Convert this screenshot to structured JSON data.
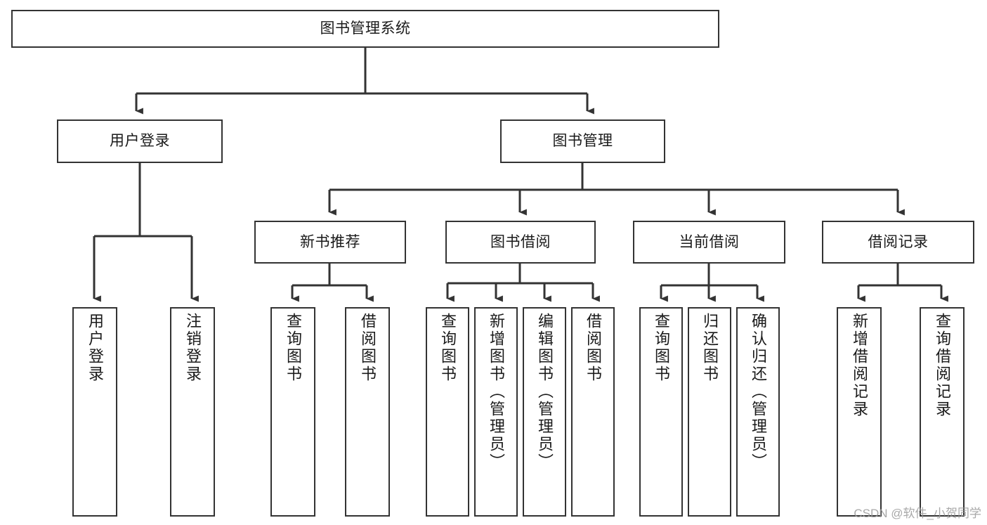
{
  "diagram": {
    "type": "tree-hierarchy",
    "title": "图书管理系统",
    "watermark": "CSDN @软件_小贺同学",
    "colors": {
      "background": "#ffffff",
      "box_border": "#333333",
      "box_fill": "#ffffff",
      "text": "#1a1a1a",
      "edge": "#333333",
      "watermark": "#9a9a9a"
    },
    "levels": 4,
    "nodes": {
      "root": {
        "label": "图书管理系统",
        "level": 1,
        "orientation": "horizontal"
      },
      "l2_user_login": {
        "label": "用户登录",
        "level": 2,
        "orientation": "horizontal"
      },
      "l2_book_admin": {
        "label": "图书管理",
        "level": 2,
        "orientation": "horizontal"
      },
      "l3_new_book_rec": {
        "label": "新书推荐",
        "level": 3,
        "orientation": "horizontal"
      },
      "l3_book_borrow": {
        "label": "图书借阅",
        "level": 3,
        "orientation": "horizontal"
      },
      "l3_current_borrow": {
        "label": "当前借阅",
        "level": 3,
        "orientation": "horizontal"
      },
      "l3_borrow_record": {
        "label": "借阅记录",
        "level": 3,
        "orientation": "horizontal"
      },
      "leaf_user_login": {
        "label": "用户登录",
        "level": 4,
        "orientation": "vertical"
      },
      "leaf_logout": {
        "label": "注销登录",
        "level": 4,
        "orientation": "vertical"
      },
      "leaf_rec_query": {
        "label": "查询图书",
        "level": 4,
        "orientation": "vertical"
      },
      "leaf_rec_borrow": {
        "label": "借阅图书",
        "level": 4,
        "orientation": "vertical"
      },
      "leaf_bb_query": {
        "label": "查询图书",
        "level": 4,
        "orientation": "vertical"
      },
      "leaf_bb_add": {
        "label": "新增图书（管理员）",
        "level": 4,
        "orientation": "vertical"
      },
      "leaf_bb_edit": {
        "label": "编辑图书（管理员）",
        "level": 4,
        "orientation": "vertical"
      },
      "leaf_bb_borrow": {
        "label": "借阅图书",
        "level": 4,
        "orientation": "vertical"
      },
      "leaf_cb_query": {
        "label": "查询图书",
        "level": 4,
        "orientation": "vertical"
      },
      "leaf_cb_return": {
        "label": "归还图书",
        "level": 4,
        "orientation": "vertical"
      },
      "leaf_cb_confirm": {
        "label": "确认归还（管理员）",
        "level": 4,
        "orientation": "vertical"
      },
      "leaf_br_add": {
        "label": "新增借阅记录",
        "level": 4,
        "orientation": "vertical"
      },
      "leaf_br_query": {
        "label": "查询借阅记录",
        "level": 4,
        "orientation": "vertical"
      }
    },
    "edges": [
      {
        "from": "root",
        "to": "l2_user_login"
      },
      {
        "from": "root",
        "to": "l2_book_admin"
      },
      {
        "from": "l2_user_login",
        "to": "leaf_user_login"
      },
      {
        "from": "l2_user_login",
        "to": "leaf_logout"
      },
      {
        "from": "l2_book_admin",
        "to": "l3_new_book_rec"
      },
      {
        "from": "l2_book_admin",
        "to": "l3_book_borrow"
      },
      {
        "from": "l2_book_admin",
        "to": "l3_current_borrow"
      },
      {
        "from": "l2_book_admin",
        "to": "l3_borrow_record"
      },
      {
        "from": "l3_new_book_rec",
        "to": "leaf_rec_query"
      },
      {
        "from": "l3_new_book_rec",
        "to": "leaf_rec_borrow"
      },
      {
        "from": "l3_book_borrow",
        "to": "leaf_bb_query"
      },
      {
        "from": "l3_book_borrow",
        "to": "leaf_bb_add"
      },
      {
        "from": "l3_book_borrow",
        "to": "leaf_bb_edit"
      },
      {
        "from": "l3_book_borrow",
        "to": "leaf_bb_borrow"
      },
      {
        "from": "l3_current_borrow",
        "to": "leaf_cb_query"
      },
      {
        "from": "l3_current_borrow",
        "to": "leaf_cb_return"
      },
      {
        "from": "l3_current_borrow",
        "to": "leaf_cb_confirm"
      },
      {
        "from": "l3_borrow_record",
        "to": "leaf_br_add"
      },
      {
        "from": "l3_borrow_record",
        "to": "leaf_br_query"
      }
    ]
  }
}
